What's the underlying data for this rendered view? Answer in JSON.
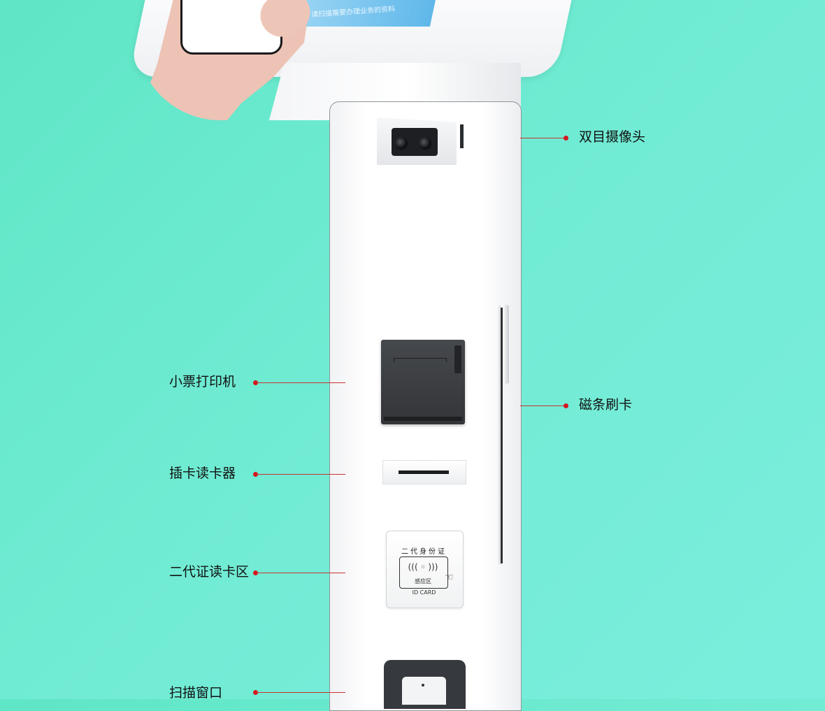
{
  "screen": {
    "caption": "请扫描需要办理业务的资料"
  },
  "id_card_panel": {
    "title": "二代身份证",
    "zone": "感应区",
    "label": "ID CARD"
  },
  "callouts": {
    "binocular_camera": "双目摄像头",
    "receipt_printer": "小票打印机",
    "magstripe_swipe": "磁条刷卡",
    "insert_card_reader": "插卡读卡器",
    "id_card_reader_area": "二代证读卡区",
    "scan_window": "扫描窗口"
  },
  "colors": {
    "background": "#6eead3",
    "callout_line": "#c9322f",
    "callout_dot": "#d5161f",
    "device_dark": "#36393d"
  },
  "icons": [
    "hand-holding-phone-illustration",
    "camera-icon",
    "rfid-waves-icon",
    "hand-tap-icon"
  ]
}
